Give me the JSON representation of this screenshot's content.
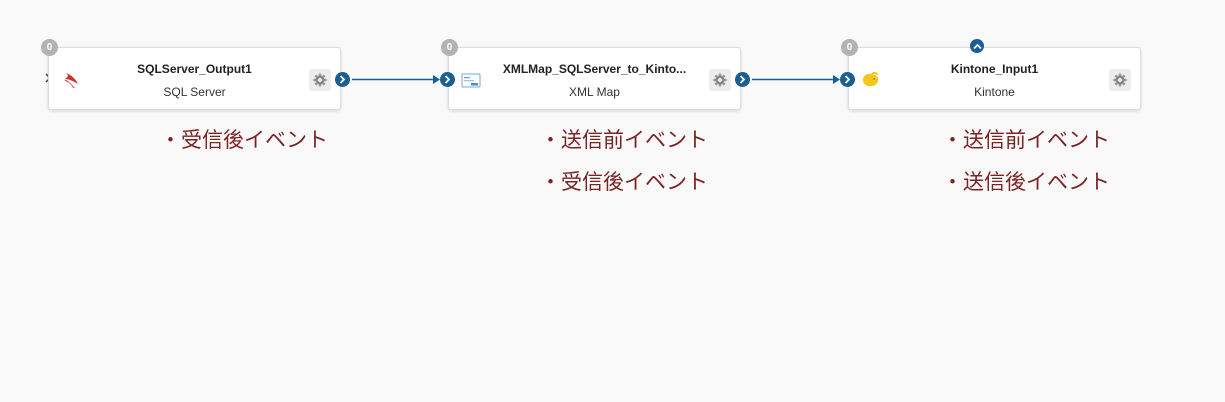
{
  "nodes": [
    {
      "title": "SQLServer_Output1",
      "subtitle": "SQL Server",
      "badge": "0",
      "icon": "sqlserver-icon"
    },
    {
      "title": "XMLMap_SQLServer_to_Kinto...",
      "subtitle": "XML Map",
      "badge": "0",
      "icon": "xmlmap-icon"
    },
    {
      "title": "Kintone_Input1",
      "subtitle": "Kintone",
      "badge": "0",
      "icon": "kintone-icon"
    }
  ],
  "annotations": {
    "node1": [
      "・受信後イベント"
    ],
    "node2": [
      "・送信前イベント",
      "・受信後イベント"
    ],
    "node3": [
      "・送信前イベント",
      "・送信後イベント"
    ]
  },
  "colors": {
    "port": "#1a5e96",
    "connector": "#1a5e96",
    "annotation_text": "#7b2424",
    "badge": "#b3b3b3",
    "canvas": "#f9f9f9"
  }
}
